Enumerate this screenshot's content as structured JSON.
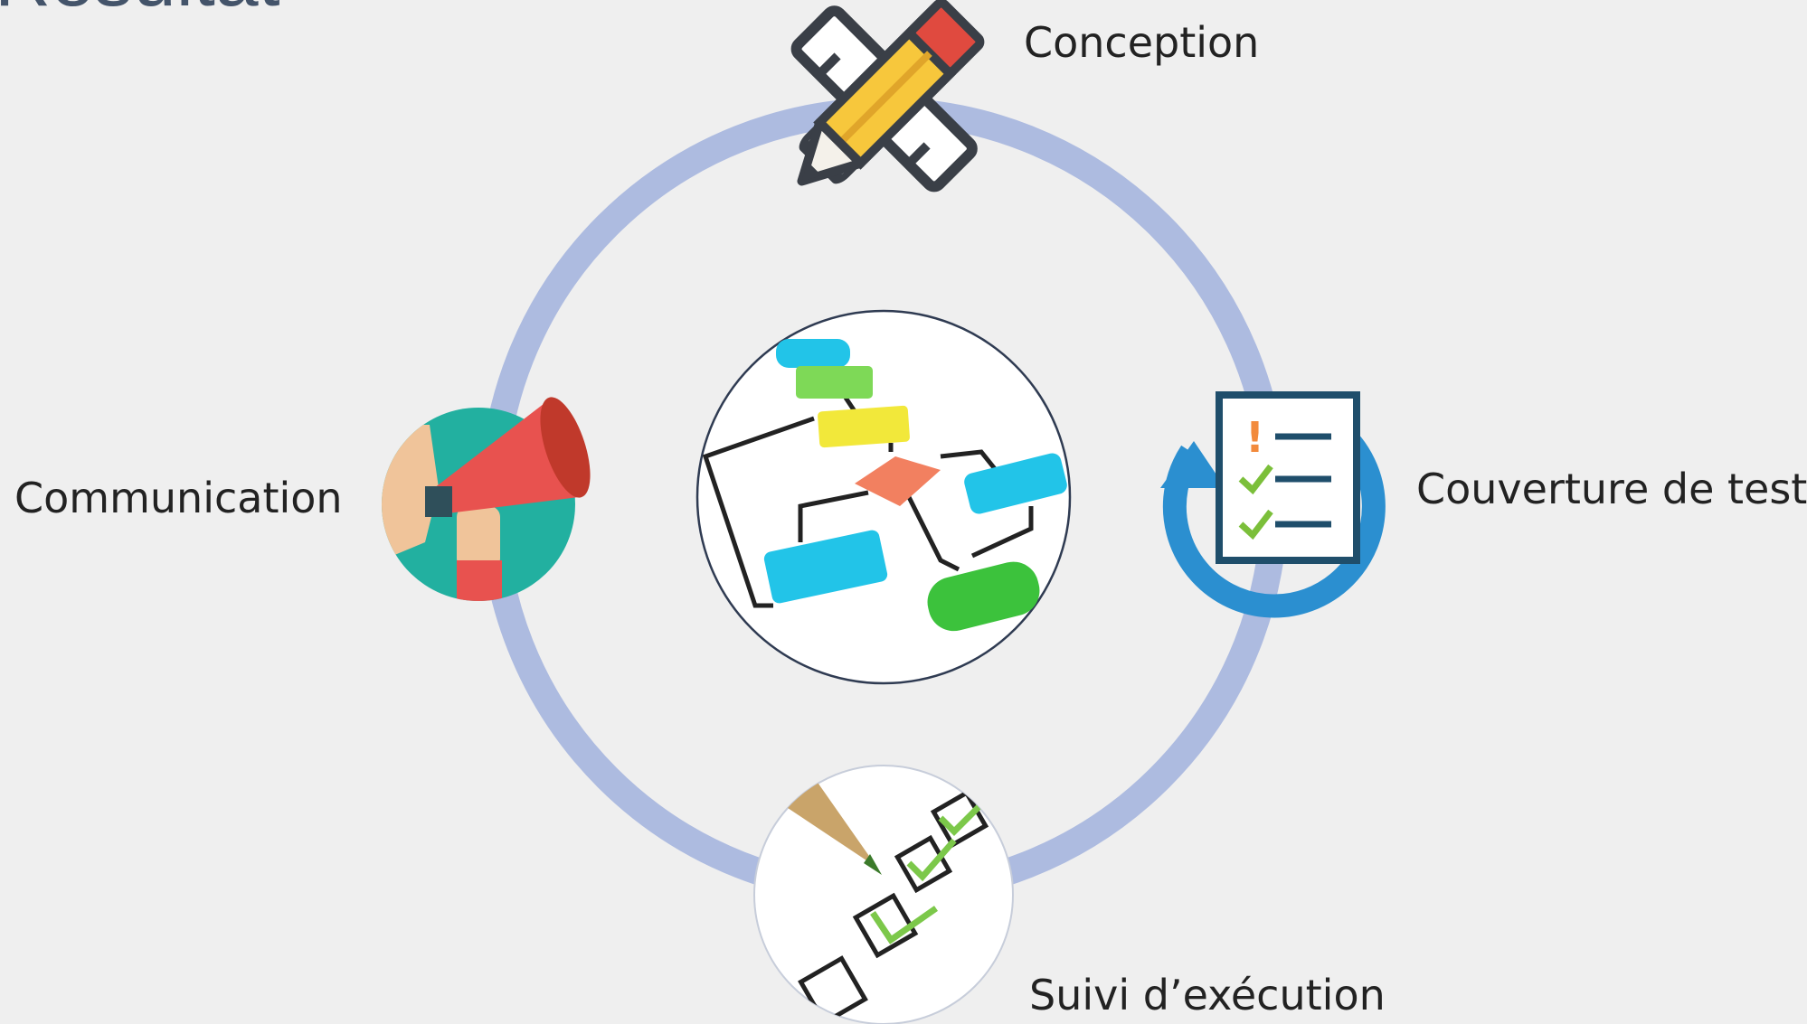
{
  "slide": {
    "title": "Résultat"
  },
  "cycle": {
    "ring_color": "#adbbe0",
    "steps": [
      {
        "label": "Conception",
        "icon": "ruler-pencil-icon"
      },
      {
        "label": "Couverture de test",
        "icon": "checklist-refresh-icon"
      },
      {
        "label": "Suivi d’exécution",
        "icon": "pencil-checkbox-icon"
      },
      {
        "label": "Communication",
        "icon": "megaphone-icon"
      }
    ],
    "center_icon": "flowchart-icon"
  },
  "colors": {
    "background": "#efefef",
    "text": "#222222",
    "title": "#44546a",
    "cyan": "#22c4e8",
    "green": "#3cc23c",
    "yellow": "#f2e83a",
    "orange": "#f28060",
    "blue_arrow": "#2b8fd0",
    "teal": "#27b39f",
    "red": "#e8524f"
  }
}
